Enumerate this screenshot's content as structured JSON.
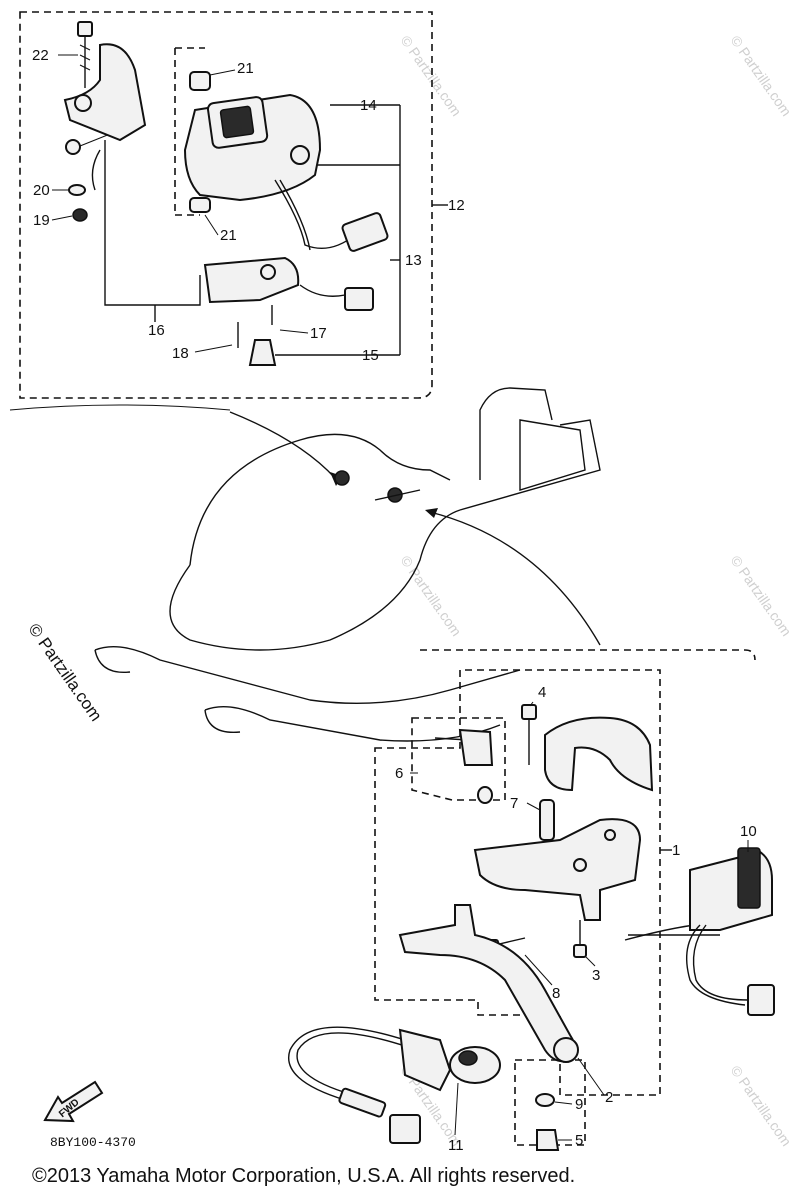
{
  "diagram": {
    "code": "8BY100-4370",
    "copyright": "©2013 Yamaha Motor Corporation, U.S.A. All rights reserved.",
    "watermark": "© Partzilla.com",
    "direction_label": "FWD",
    "callouts": [
      "22",
      "21",
      "14",
      "20",
      "19",
      "12",
      "21",
      "13",
      "16",
      "17",
      "18",
      "15",
      "4",
      "6",
      "7",
      "1",
      "10",
      "3",
      "8",
      "2",
      "9",
      "5",
      "11"
    ]
  }
}
